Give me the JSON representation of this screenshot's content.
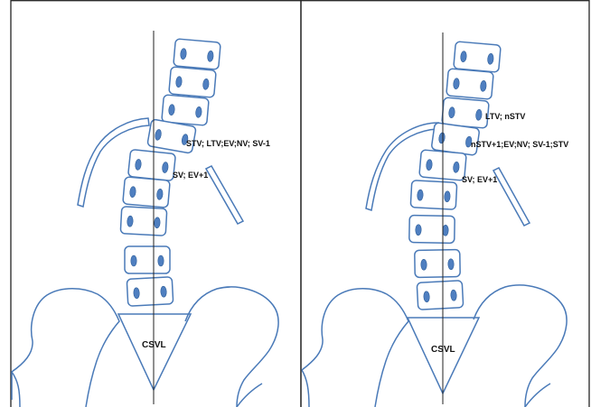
{
  "colors": {
    "outline": "#4a7ab8",
    "disc_fill": "#4f7fc0",
    "axis_line": "#222222",
    "frame": "#222222"
  },
  "left_panel": {
    "labels": {
      "stv_label": "STV; LTV;EV;NV; SV-1",
      "sv_label": "SV; EV+1",
      "csvl_label": "CSVL"
    }
  },
  "right_panel": {
    "labels": {
      "ltv_label": "LTV; nSTV",
      "nstv_label": "nSTV+1;EV;NV; SV-1;STV",
      "sv_label": "SV; EV+1",
      "csvl_label": "CSVL"
    }
  }
}
